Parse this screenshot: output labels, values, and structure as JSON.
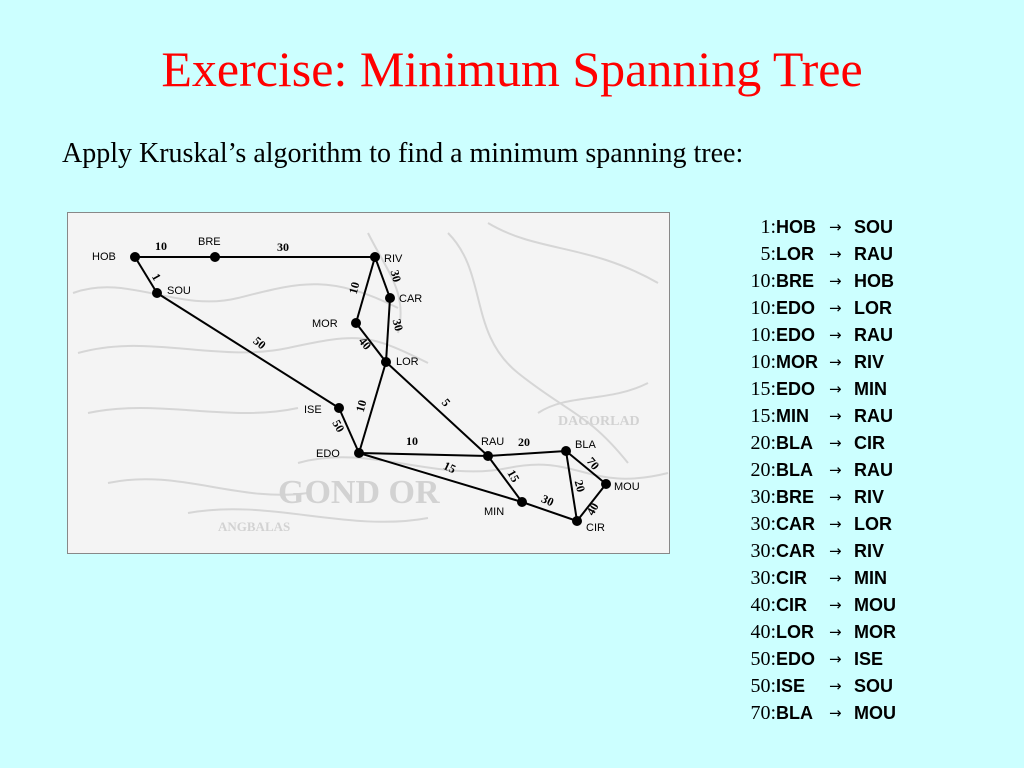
{
  "title": "Exercise: Minimum Spanning Tree",
  "subtitle": "Apply Kruskal’s algorithm to find a minimum spanning tree:",
  "map": {
    "nodes": [
      "HOB",
      "BRE",
      "RIV",
      "SOU",
      "CAR",
      "MOR",
      "LOR",
      "ISE",
      "EDO",
      "RAU",
      "BLA",
      "MOU",
      "MIN",
      "CIR"
    ],
    "background_text": [
      "GOND OR",
      "ANGBALAS",
      "DAGORLAD"
    ],
    "edges": [
      {
        "a": "HOB",
        "b": "BRE",
        "w": "10"
      },
      {
        "a": "BRE",
        "b": "RIV",
        "w": "30"
      },
      {
        "a": "HOB",
        "b": "SOU",
        "w": "1"
      },
      {
        "a": "RIV",
        "b": "MOR",
        "w": "10"
      },
      {
        "a": "RIV",
        "b": "CAR",
        "w": "30"
      },
      {
        "a": "CAR",
        "b": "LOR",
        "w": "30"
      },
      {
        "a": "MOR",
        "b": "LOR",
        "w": "40"
      },
      {
        "a": "SOU",
        "b": "ISE",
        "w": "50"
      },
      {
        "a": "ISE",
        "b": "EDO",
        "w": "50"
      },
      {
        "a": "LOR",
        "b": "EDO",
        "w": "10"
      },
      {
        "a": "LOR",
        "b": "RAU",
        "w": "5"
      },
      {
        "a": "EDO",
        "b": "RAU",
        "w": "10"
      },
      {
        "a": "EDO",
        "b": "MIN",
        "w": "15"
      },
      {
        "a": "RAU",
        "b": "MIN",
        "w": "15"
      },
      {
        "a": "RAU",
        "b": "BLA",
        "w": "20"
      },
      {
        "a": "BLA",
        "b": "MOU",
        "w": "70"
      },
      {
        "a": "BLA",
        "b": "CIR",
        "w": "20"
      },
      {
        "a": "MIN",
        "b": "CIR",
        "w": "30"
      },
      {
        "a": "CIR",
        "b": "MOU",
        "w": "40"
      }
    ]
  },
  "sorted_edges": [
    {
      "w": "1:",
      "from": "HOB",
      "to": "SOU"
    },
    {
      "w": "5:",
      "from": "LOR",
      "to": "RAU"
    },
    {
      "w": "10:",
      "from": "BRE",
      "to": "HOB"
    },
    {
      "w": "10:",
      "from": "EDO",
      "to": "LOR"
    },
    {
      "w": "10:",
      "from": "EDO",
      "to": "RAU"
    },
    {
      "w": "10:",
      "from": "MOR",
      "to": "RIV"
    },
    {
      "w": "15:",
      "from": "EDO",
      "to": "MIN"
    },
    {
      "w": "15:",
      "from": "MIN",
      "to": "RAU"
    },
    {
      "w": "20:",
      "from": "BLA",
      "to": "CIR"
    },
    {
      "w": "20:",
      "from": "BLA",
      "to": "RAU"
    },
    {
      "w": "30:",
      "from": "BRE",
      "to": "RIV"
    },
    {
      "w": "30:",
      "from": "CAR",
      "to": "LOR"
    },
    {
      "w": "30:",
      "from": "CAR",
      "to": "RIV"
    },
    {
      "w": "30:",
      "from": "CIR",
      "to": "MIN"
    },
    {
      "w": "40:",
      "from": "CIR",
      "to": "MOU"
    },
    {
      "w": "40:",
      "from": "LOR",
      "to": "MOR"
    },
    {
      "w": "50:",
      "from": "EDO",
      "to": "ISE"
    },
    {
      "w": "50:",
      "from": "ISE",
      "to": "SOU"
    },
    {
      "w": "70:",
      "from": "BLA",
      "to": "MOU"
    }
  ],
  "arrow_symbol": "→"
}
